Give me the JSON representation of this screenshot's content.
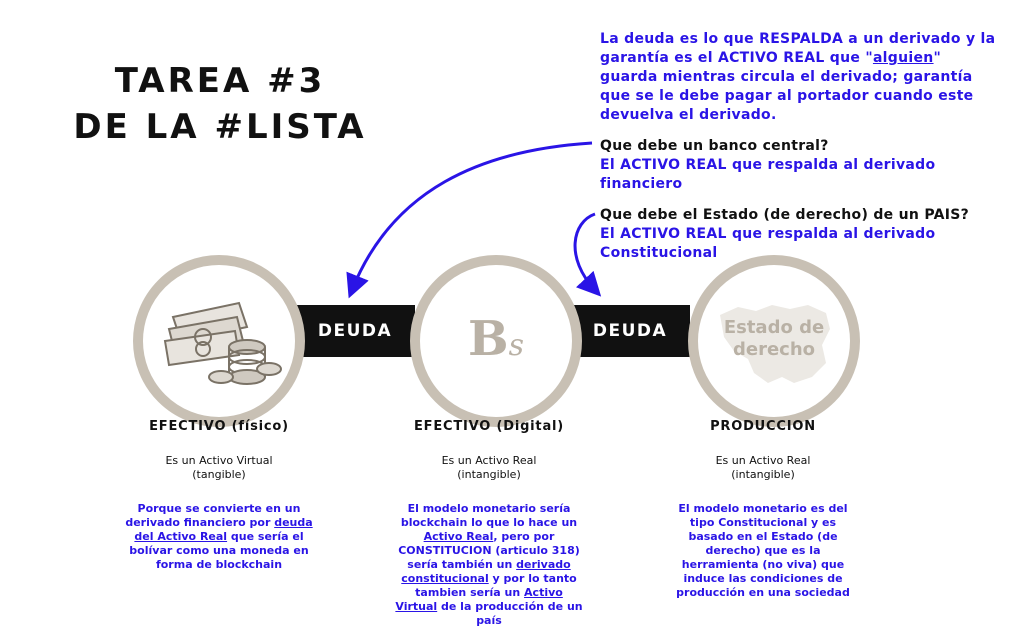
{
  "title": {
    "line1": "TAREA #3",
    "line2": "DE LA #LISTA"
  },
  "top_note": {
    "part1": "La deuda es lo que RESPALDA a un derivado y la garantía es el ACTIVO REAL que \"",
    "link": "alguien",
    "part2": "\" guarda mientras circula el derivado; garantía que se le debe pagar al portador cuando este devuelva el derivado."
  },
  "questions": [
    {
      "q": "Que debe un banco central?",
      "a": "El ACTIVO REAL que respalda al derivado financiero"
    },
    {
      "q": "Que debe el Estado (de derecho) de un PAIS?",
      "a": "El ACTIVO REAL que respalda al derivado Constitucional"
    }
  ],
  "bars": [
    {
      "label": "DEUDA"
    },
    {
      "label": "DEUDA"
    }
  ],
  "circles": {
    "c2": {
      "letter": "B",
      "suffix": "s"
    },
    "c3": {
      "line1": "Estado de",
      "line2": "derecho"
    }
  },
  "columns": [
    {
      "title": "EFECTIVO (físico)",
      "sub1": "Es un Activo Virtual",
      "sub2": "(tangible)",
      "desc": {
        "a": "Porque se convierte en un derivado financiero por ",
        "u1": "deuda del Activo Real",
        "b": " que sería el bolívar como una moneda en forma de blockchain"
      }
    },
    {
      "title": "EFECTIVO (Digital)",
      "sub1": "Es un Activo Real",
      "sub2": "(intangible)",
      "desc": {
        "a": "El modelo monetario sería blockchain lo que lo hace un ",
        "u1": "Activo Real",
        "b": ", pero por CONSTITUCION (articulo 318) sería también un ",
        "u2": "derivado constitucional",
        "c": " y por lo tanto tambien sería un ",
        "u3": "Activo Virtual",
        "d": " de la producción de un país"
      }
    },
    {
      "title": "PRODUCCION",
      "sub1": "Es un Activo Real",
      "sub2": "(intangible)",
      "desc": {
        "a": "El modelo monetario es del tipo Constitucional y es basado en el Estado (de derecho) que es la herramienta (no viva) que induce las condiciones de producción en una sociedad"
      }
    }
  ],
  "colors": {
    "accent": "#2a14e6",
    "ring": "#c8c0b4",
    "bar": "#111111"
  },
  "icons": [
    "money-stack-icon",
    "arrow-icon",
    "venezuela-map-icon"
  ]
}
